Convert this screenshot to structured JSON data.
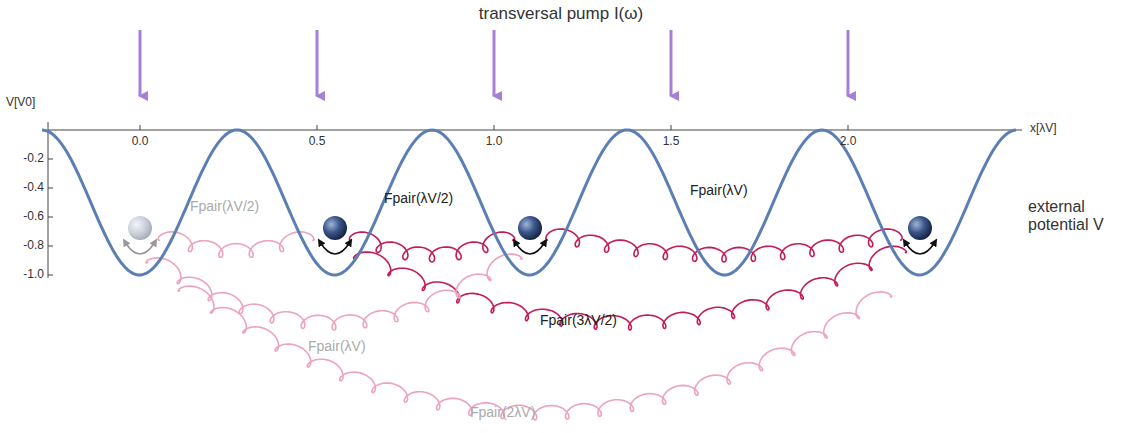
{
  "diagram": {
    "labels": [
      "transversal pump I(ω)",
      "V[V0]",
      "-0.2",
      "-0.4",
      "-0.6",
      "-0.8",
      "-1.0",
      "0.0",
      "0.5",
      "1.0",
      "1.5",
      "2.0",
      "x[λV]",
      "external potential V",
      "Fpair(λV/2)",
      "Fpair(λV/2)",
      "Fpair(λV)",
      "Fpair(3λV/2)",
      "Fpair(λV)",
      "Fpair(2λV)"
    ]
  }
}
